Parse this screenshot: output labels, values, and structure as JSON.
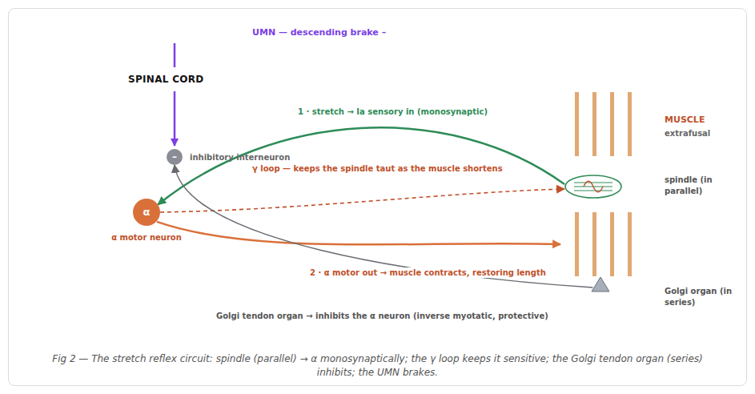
{
  "diagram": {
    "caption": "Fig 2 — The stretch reflex circuit: spindle (parallel) → α monosynaptically; the γ loop keeps it sensitive; the Golgi tendon organ (series) inhibits; the UMN brakes.",
    "nodes": [
      {
        "text": [
          "SPINAL CORD"
        ]
      },
      {
        "text": [
          "–",
          "inhibitory interneuron"
        ],
        "in": 0
      },
      {
        "text": [
          "α",
          "α motor neuron"
        ],
        "in": 0
      },
      {
        "text": [
          "MUSCLE",
          "extrafusal"
        ]
      },
      {
        "text": [
          "spindle (in parallel)"
        ],
        "in": 3
      },
      {
        "text": [
          "Golgi organ (in series)"
        ],
        "in": 3
      }
    ],
    "edges": [
      {
        "from": 4,
        "to": 2,
        "arrow": "to",
        "label": "1 · stretch → Ia sensory in (monosynaptic)"
      },
      {
        "from": 2,
        "to": 4,
        "arrow": "to",
        "label": "γ loop — keeps the spindle taut as the muscle shortens"
      },
      {
        "from": 2,
        "to": 3,
        "arrow": "to",
        "label": "2 · α motor out → muscle contracts, restoring length"
      },
      {
        "from": 5,
        "to": 1,
        "arrow": "to"
      }
    ],
    "labels": [
      "UMN — descending brake –",
      "Golgi tendon organ → inhibits the α neuron (inverse myotatic, protective)"
    ]
  }
}
